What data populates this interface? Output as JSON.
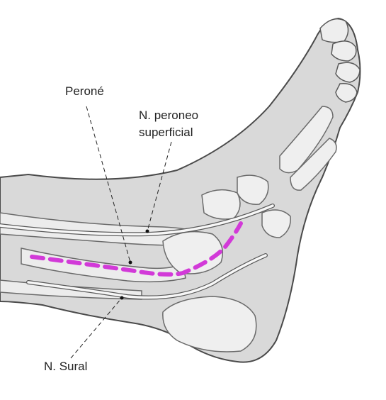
{
  "labels": {
    "perone": "Peroné",
    "peroneo_superficial_line1": "N. peroneo",
    "peroneo_superficial_line2": "superficial",
    "sural": "N. Sural"
  },
  "colors": {
    "background": "#ffffff",
    "skin": "#d9d9d9",
    "bone": "#ececec",
    "outline": "#4a4a4a",
    "nerve": "#f7f7f7",
    "incision": "#d23ad8",
    "leader": "#222222"
  }
}
